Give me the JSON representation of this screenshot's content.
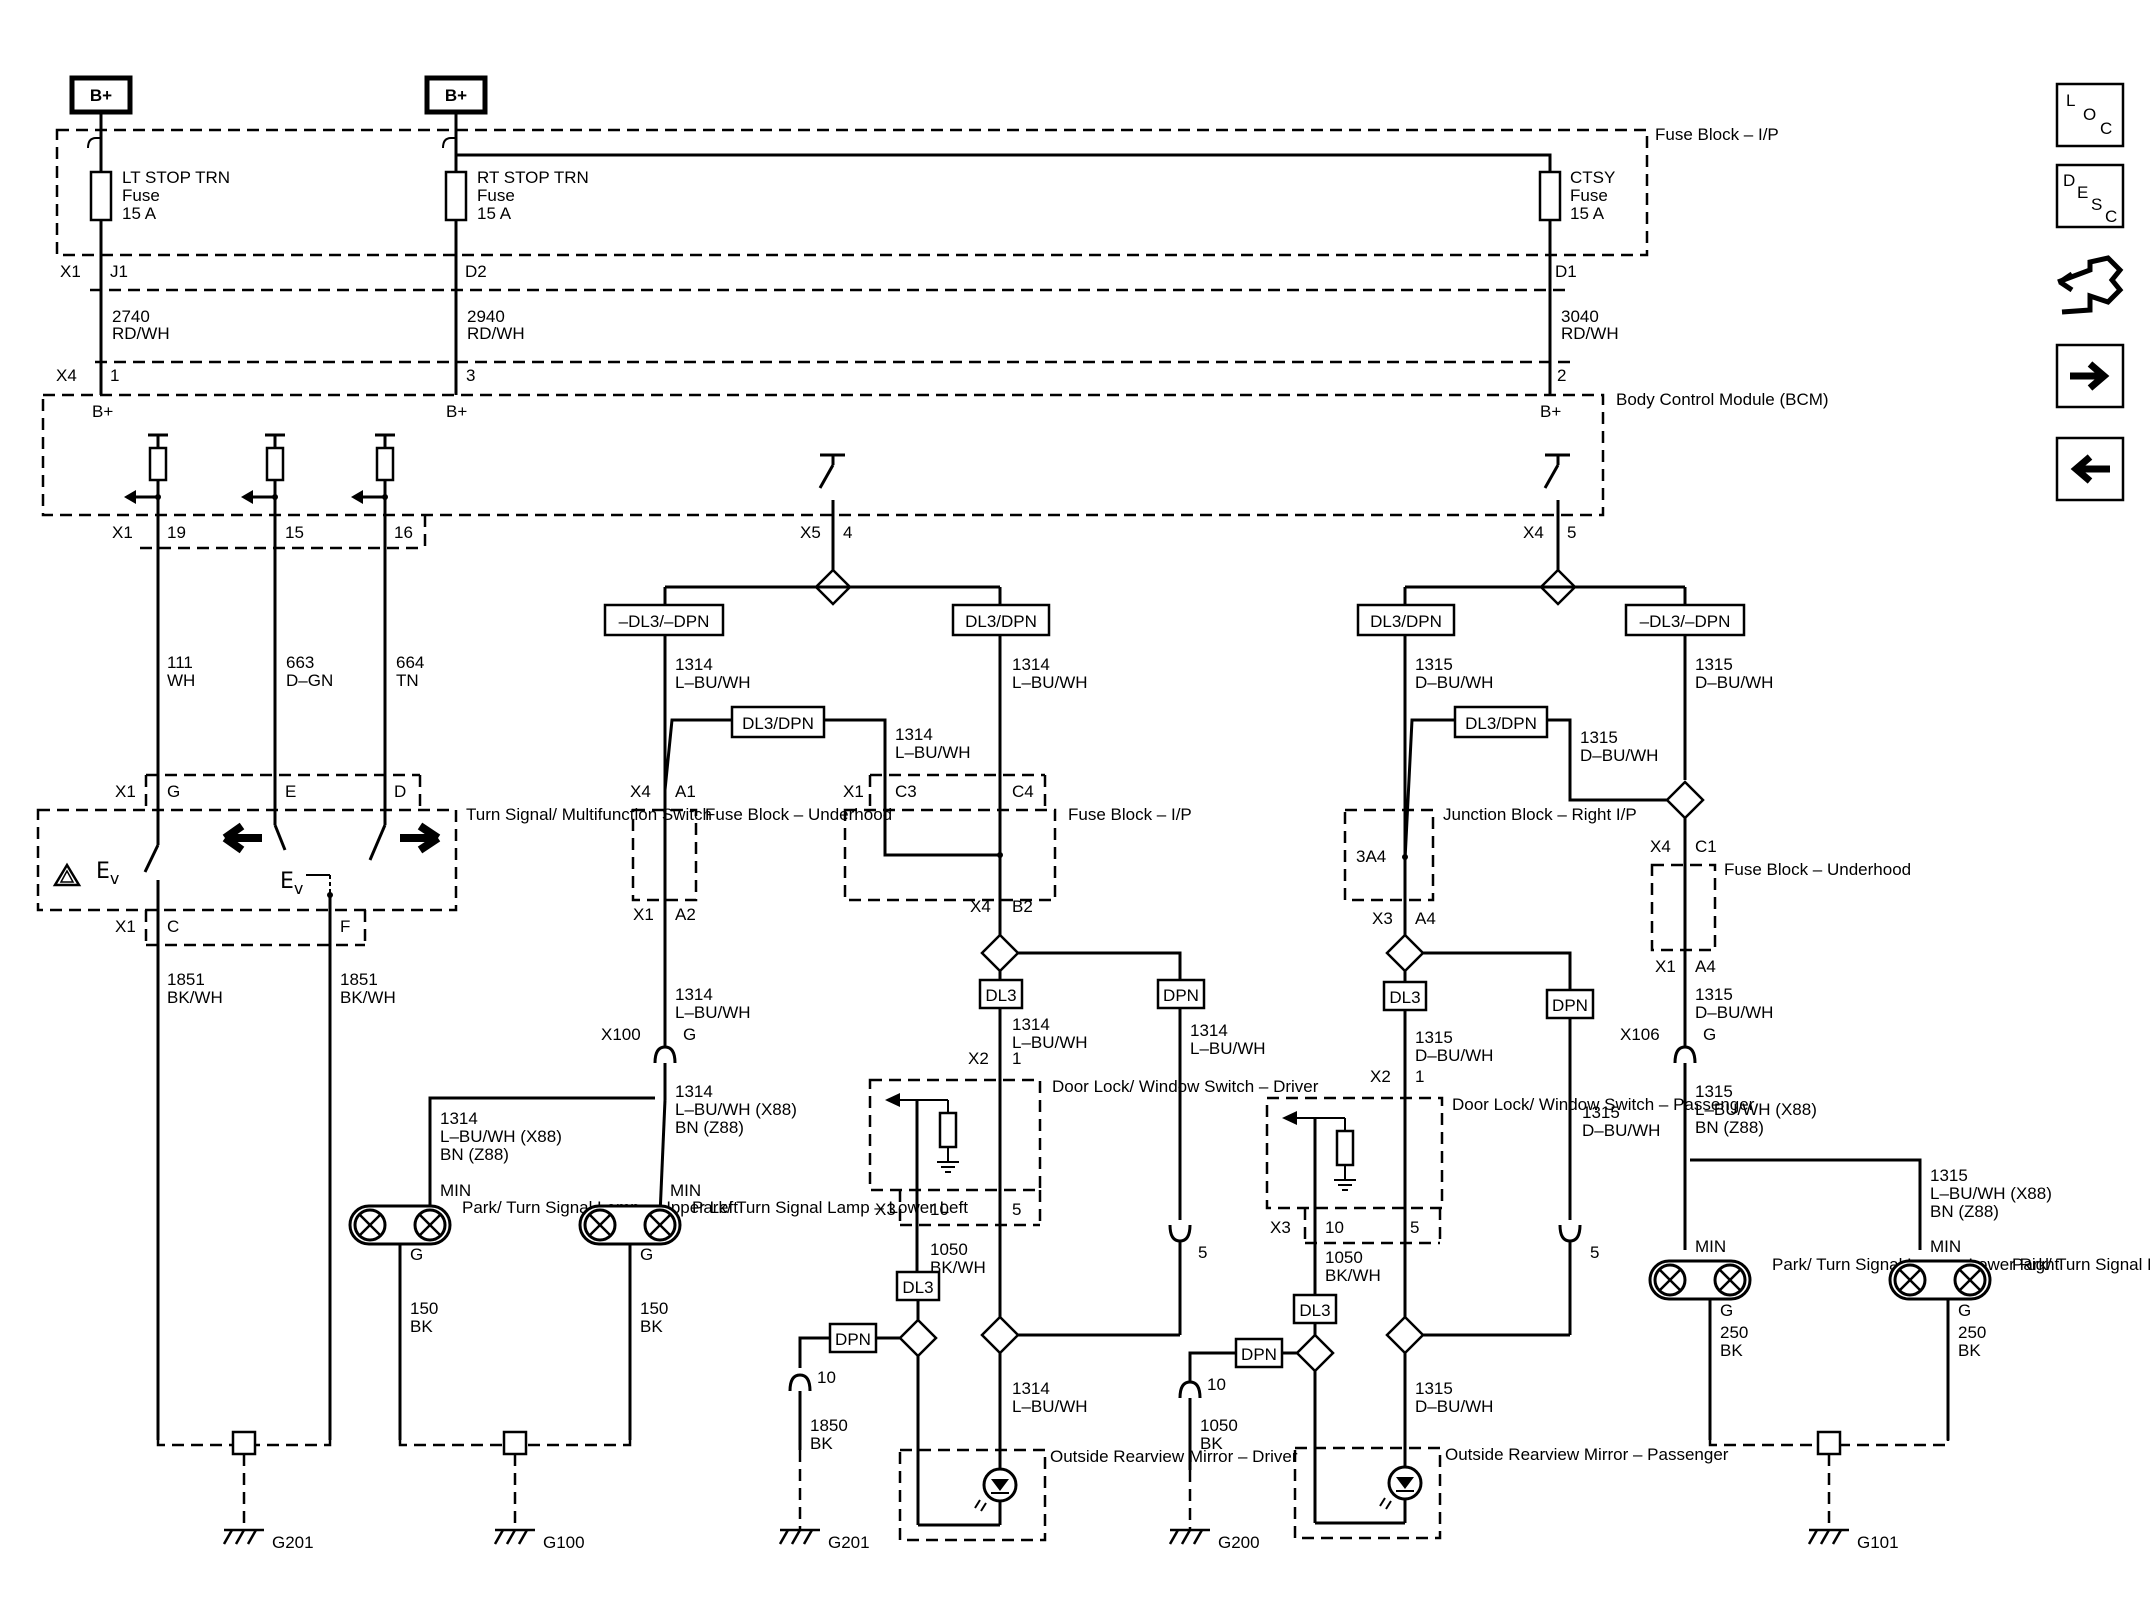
{
  "power": {
    "bplus": "B+"
  },
  "fuse_block_ip": {
    "name": "Fuse Block – I/P",
    "connector": "X1",
    "fuses": [
      {
        "name": "LT STOP TRN",
        "type": "Fuse",
        "rating": "15 A",
        "pin": "J1"
      },
      {
        "name": "RT STOP TRN",
        "type": "Fuse",
        "rating": "15 A",
        "pin": "D2"
      },
      {
        "name": "CTSY",
        "type": "Fuse",
        "rating": "15 A",
        "pin": "D1"
      }
    ]
  },
  "feed_wires": [
    {
      "circuit": "2740",
      "color": "RD/WH"
    },
    {
      "circuit": "2940",
      "color": "RD/WH"
    },
    {
      "circuit": "3040",
      "color": "RD/WH"
    }
  ],
  "bcm": {
    "name": "Body Control Module (BCM)",
    "feed_connector": "X4",
    "feed_pins": [
      "1",
      "3",
      "2"
    ],
    "pin_label": "B+",
    "outputs": [
      {
        "connector": "X1",
        "pins": [
          "19",
          "15",
          "16"
        ]
      },
      {
        "connector": "X5",
        "pin": "4"
      },
      {
        "connector": "X4",
        "pin": "5"
      }
    ]
  },
  "turn_wires": [
    {
      "circuit": "111",
      "color": "WH"
    },
    {
      "circuit": "663",
      "color": "D–GN"
    },
    {
      "circuit": "664",
      "color": "TN"
    }
  ],
  "turn_switch": {
    "name": "Turn Signal/ Multifunction Switch",
    "top_connector": "X1",
    "top_pins": [
      "G",
      "E",
      "D"
    ],
    "bottom_connector": "X1",
    "bottom_pins": [
      "C",
      "F"
    ],
    "ground_wires": [
      {
        "circuit": "1851",
        "color": "BK/WH"
      },
      {
        "circuit": "1851",
        "color": "BK/WH"
      }
    ]
  },
  "options": {
    "neg": "–DL3/–DPN",
    "pos": "DL3/DPN",
    "dl3": "DL3",
    "dpn": "DPN"
  },
  "driver_side": {
    "wire_a": {
      "circuit": "1314",
      "color": "L–BU/WH"
    },
    "fuse_block_underhood": {
      "name": "Fuse Block – Underhood",
      "top": [
        "X4",
        "A1"
      ],
      "bottom": [
        "X1",
        "A2"
      ]
    },
    "fuse_block_ip": {
      "name": "Fuse Block – I/P",
      "top": [
        "X1",
        "C3",
        "C4"
      ],
      "bottom": [
        "X4",
        "B2"
      ]
    },
    "inline": {
      "name": "X100",
      "pin": "G"
    },
    "lamp_wire": {
      "circuit": "1314",
      "color1": "L–BU/WH (X88)",
      "color2": "BN (Z88)"
    },
    "lamps": [
      {
        "name": "Park/ Turn Signal Lamp – Upper Left",
        "min": "MIN",
        "pin": "G",
        "ground": {
          "circuit": "150",
          "color": "BK"
        }
      },
      {
        "name": "Park/ Turn Signal Lamp – Lower Left",
        "min": "MIN",
        "pin": "G",
        "ground": {
          "circuit": "150",
          "color": "BK"
        }
      }
    ],
    "switch": {
      "name": "Door Lock/ Window Switch – Driver",
      "top": [
        "X2",
        "1"
      ],
      "bottom": [
        "X3",
        "10",
        "5"
      ]
    },
    "sw_ground": {
      "circuit": "1050",
      "color": "BK/WH"
    },
    "dpn_pin": "5",
    "gnd_pin": "10",
    "gnd_wire": {
      "circuit": "1850",
      "color": "BK"
    },
    "mirror": {
      "name": "Outside Rearview Mirror – Driver"
    }
  },
  "passenger_side": {
    "wire_a": {
      "circuit": "1315",
      "color": "D–BU/WH"
    },
    "junction_block": {
      "name": "Junction Block – Right I/P",
      "pin": "3A4",
      "bottom": [
        "X3",
        "A4"
      ]
    },
    "fuse_block_underhood": {
      "name": "Fuse Block – Underhood",
      "top": [
        "X4",
        "C1"
      ],
      "bottom": [
        "X1",
        "A4"
      ]
    },
    "inline": {
      "name": "X106",
      "pin": "G"
    },
    "lamp_wire": {
      "circuit": "1315",
      "color1": "L–BU/WH (X88)",
      "color2": "BN (Z88)"
    },
    "lamps": [
      {
        "name": "Park/ Turn Signal Lamp – Lower Right",
        "min": "MIN",
        "pin": "G",
        "ground": {
          "circuit": "250",
          "color": "BK"
        }
      },
      {
        "name": "Park/ Turn Signal Lamp – Upper Right",
        "min": "MIN",
        "pin": "G",
        "ground": {
          "circuit": "250",
          "color": "BK"
        }
      }
    ],
    "switch": {
      "name": "Door Lock/ Window Switch – Passenger",
      "top": [
        "X2",
        "1"
      ],
      "bottom": [
        "X3",
        "10",
        "5"
      ]
    },
    "sw_ground": {
      "circuit": "1050",
      "color": "BK/WH"
    },
    "dpn_pin": "5",
    "gnd_pin": "10",
    "gnd_wire": {
      "circuit": "1050",
      "color": "BK"
    },
    "mirror": {
      "name": "Outside Rearview Mirror – Passenger"
    }
  },
  "grounds": [
    "G201",
    "G100",
    "G201",
    "G200",
    "G101"
  ],
  "nav": {
    "loc": [
      "L",
      "O",
      "C"
    ],
    "desc": [
      "D",
      "E",
      "S",
      "C"
    ],
    "icons": [
      "component-locator-icon",
      "description-icon",
      "connector-icon",
      "next-arrow-icon",
      "previous-arrow-icon"
    ]
  }
}
